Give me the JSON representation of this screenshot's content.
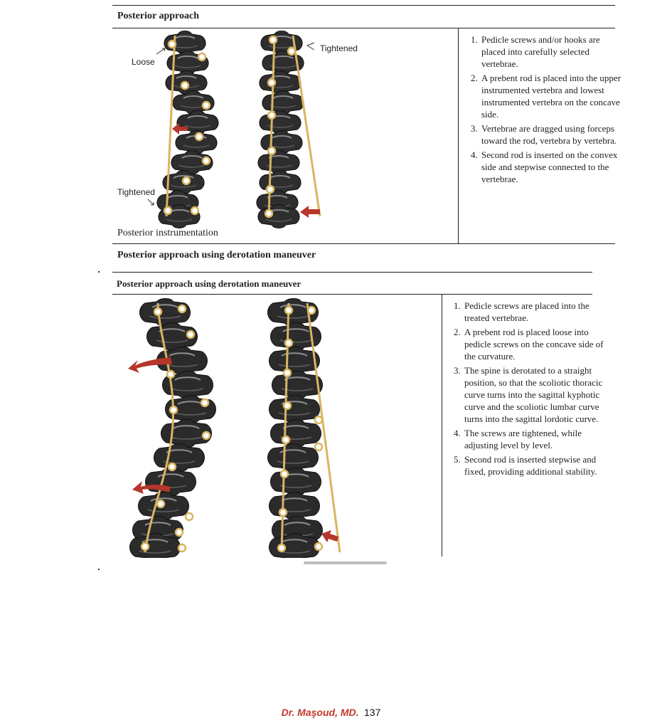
{
  "section1": {
    "heading": "Posterior approach",
    "labels": {
      "loose": "Loose",
      "tightened_top": "Tightened",
      "tightened_bottom": "Tightened"
    },
    "caption": "Posterior instrumentation",
    "steps": [
      "Pedicle screws and/or hooks are placed into carefully selected vertebrae.",
      "A prebent rod is placed into the upper instrumented vertebra and lowest instrumented vertebra on the concave side.",
      "Vertebrae are dragged using forceps toward the rod, vertebra by vertebra.",
      "Second rod is inserted on the convex side and stepwise connected to the vertebrae."
    ]
  },
  "section2": {
    "heading_top": "Posterior approach using derotation maneuver",
    "heading": "Posterior approach using derotation maneuver",
    "steps": [
      "Pedicle screws are placed into the treated vertebrae.",
      "A prebent rod is placed loose into pedicle screws on the concave side of the curvature.",
      "The spine is derotated to a straight position, so that the scoliotic thoracic curve turns into the sagittal kyphotic curve and the scoliotic lumbar curve turns into the sagittal lordotic curve.",
      "The screws are tightened, while adjusting level by level.",
      "Second rod is inserted stepwise and fixed, providing additional stability."
    ]
  },
  "footer": {
    "author": "Dr. Maşoud, MD.",
    "page": "137"
  },
  "colors": {
    "rod": "#d8b560",
    "arrow": "#b5362b",
    "spine": "#2b2b2b",
    "author": "#c0392b"
  }
}
